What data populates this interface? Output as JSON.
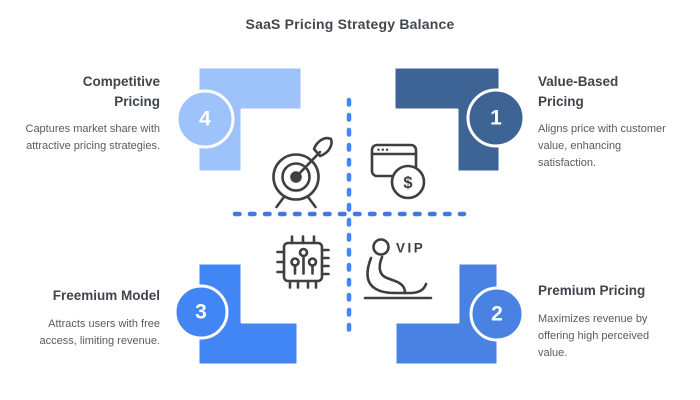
{
  "title": "SaaS Pricing Strategy Balance",
  "quadrants": [
    {
      "number": "4",
      "heading": "Competitive Pricing",
      "description": "Captures market share with attractive pricing strategies.",
      "color": "#9EC3FA",
      "icon": "target-icon"
    },
    {
      "number": "1",
      "heading": "Value-Based Pricing",
      "description": "Aligns price with customer value, enhancing satisfaction.",
      "color": "#3E6496",
      "icon": "browser-dollar-icon"
    },
    {
      "number": "3",
      "heading": "Freemium Model",
      "description": "Attracts users with free access, limiting revenue.",
      "color": "#4285F4",
      "icon": "chip-icon"
    },
    {
      "number": "2",
      "heading": "Premium Pricing",
      "description": "Maximizes revenue by offering high perceived value.",
      "color": "#4A82E4",
      "icon": "vip-seat-icon"
    }
  ],
  "icons": {
    "vip_label": "VIP",
    "dollar_glyph": "$"
  },
  "colors": {
    "divider_vertical": "#4285F4",
    "divider_horizontal": "#4377E0",
    "icon_stroke": "#3C4043",
    "shape_outline": "#ffffff"
  }
}
